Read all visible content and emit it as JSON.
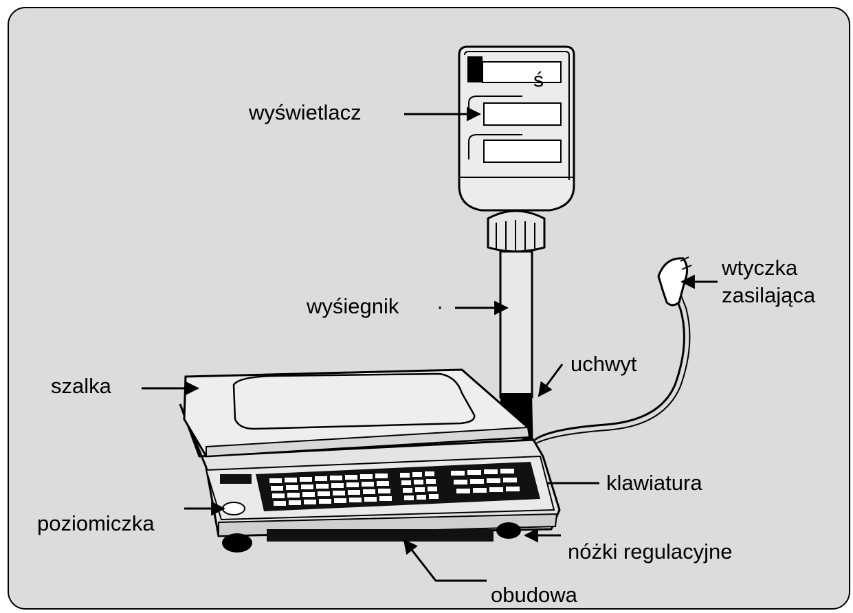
{
  "labels": {
    "display": "wyświetlacz",
    "boom": "wyśiegnik",
    "boom_dot": "·",
    "plug": "wtyczka\nzasilająca",
    "handle": "uchwyt",
    "pan": "szalka",
    "keyboard": "klawiatura",
    "level": "poziomiczka",
    "feet": "nóżki regulacyjne",
    "housing": "obudowa"
  },
  "display_panel": {
    "top_glyph": "ś"
  }
}
